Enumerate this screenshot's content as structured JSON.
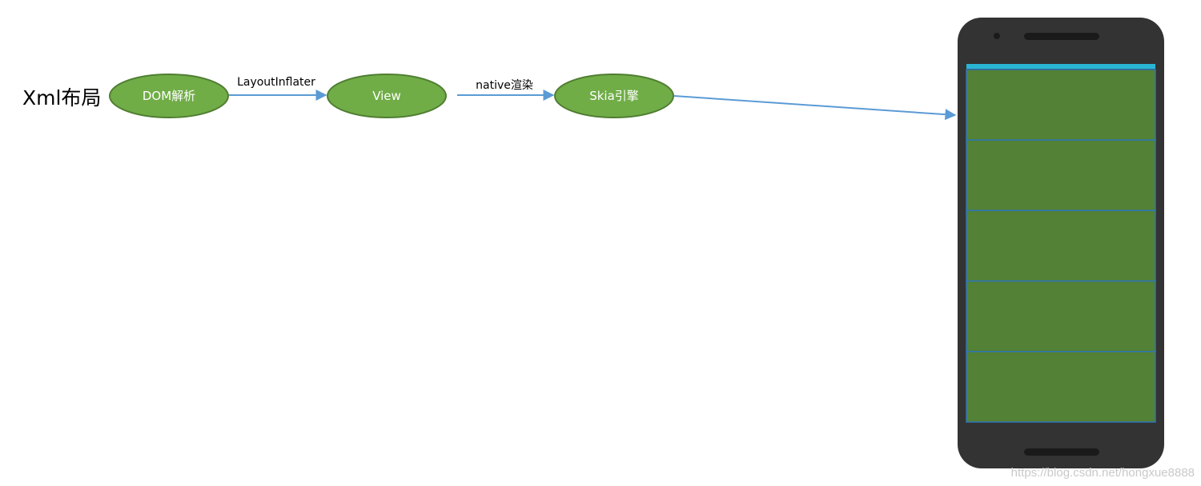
{
  "diagram": {
    "start_label": "Xml布局",
    "nodes": [
      {
        "id": "dom",
        "label": "DOM解析"
      },
      {
        "id": "view",
        "label": "View"
      },
      {
        "id": "skia",
        "label": "Skia引擎"
      }
    ],
    "edges": [
      {
        "from": "dom",
        "to": "view",
        "label": "LayoutInflater"
      },
      {
        "from": "view",
        "to": "skia",
        "label": "native渲染"
      },
      {
        "from": "skia",
        "to": "phone",
        "label": ""
      }
    ],
    "phone": {
      "screen_row_count": 5
    }
  },
  "colors": {
    "node_fill": "#70ad47",
    "node_stroke": "#507e32",
    "node_text": "#ffffff",
    "arrow": "#5b9bd5",
    "phone_body": "#333333",
    "phone_screen_row": "#538135",
    "phone_row_border": "#2e75b6",
    "phone_status_bar": "#29b6d4"
  },
  "watermark": "https://blog.csdn.net/hongxue8888"
}
